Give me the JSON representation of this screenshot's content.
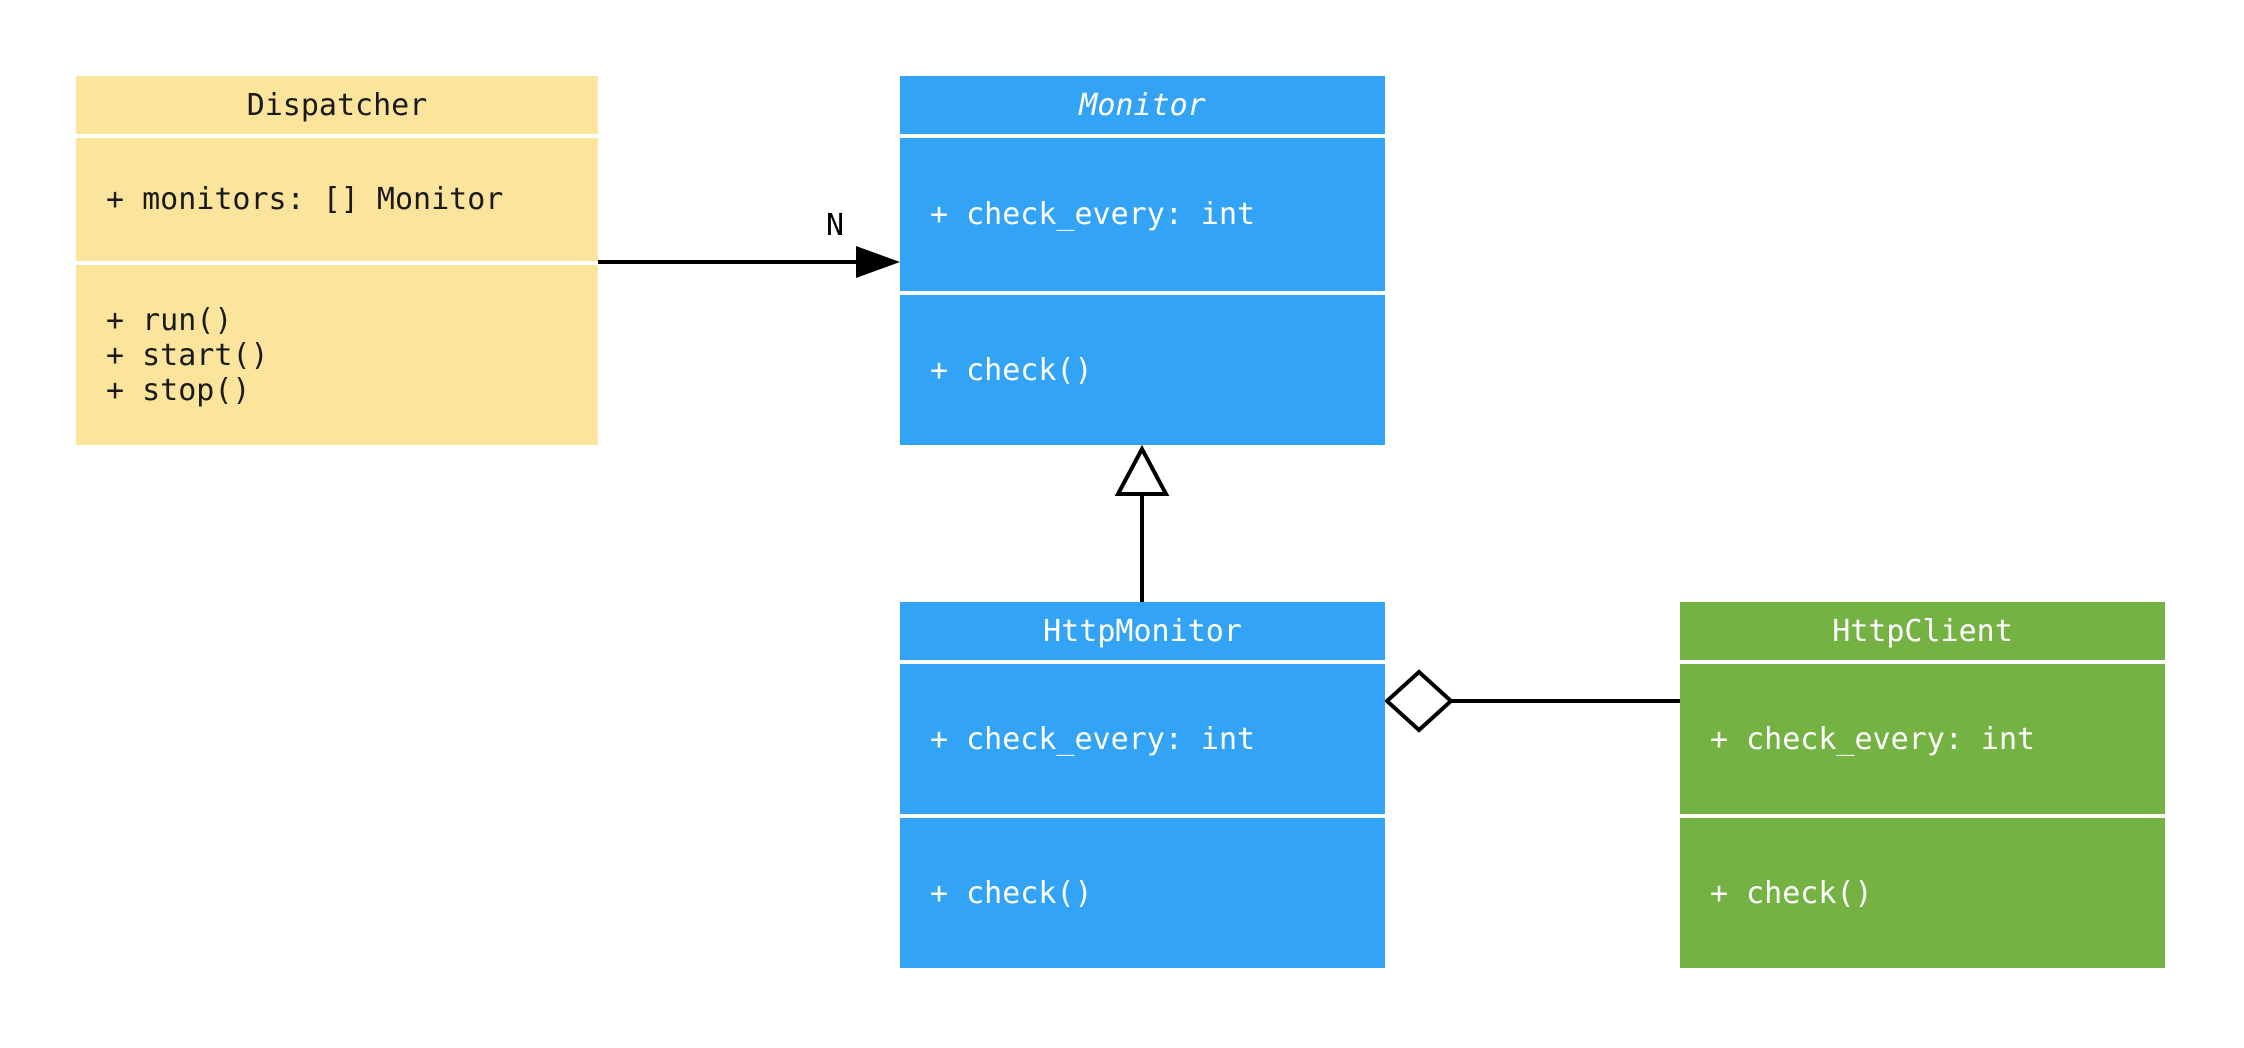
{
  "diagram": {
    "type": "uml-class-diagram",
    "background": "#ffffff",
    "classes": [
      {
        "name": "Dispatcher",
        "abstract": false,
        "color": "#FBE49B",
        "text_color": "#1a1a1a",
        "attributes": [
          "+ monitors: [] Monitor"
        ],
        "methods": [
          "+ run()",
          "+ start()",
          "+ stop()"
        ]
      },
      {
        "name": "Monitor",
        "abstract": true,
        "color": "#32A3F5",
        "text_color": "#ffffff",
        "attributes": [
          "+ check_every: int"
        ],
        "methods": [
          "+ check()"
        ]
      },
      {
        "name": "HttpMonitor",
        "abstract": false,
        "color": "#32A3F5",
        "text_color": "#ffffff",
        "attributes": [
          "+ check_every: int"
        ],
        "methods": [
          "+ check()"
        ]
      },
      {
        "name": "HttpClient",
        "abstract": false,
        "color": "#74B343",
        "text_color": "#ffffff",
        "attributes": [
          "+ check_every: int"
        ],
        "methods": [
          "+ check()"
        ]
      }
    ],
    "relationships": [
      {
        "from": "Dispatcher",
        "to": "Monitor",
        "type": "directed-association",
        "label": "N"
      },
      {
        "from": "HttpMonitor",
        "to": "Monitor",
        "type": "inheritance",
        "label": ""
      },
      {
        "from": "HttpMonitor",
        "to": "HttpClient",
        "type": "aggregation",
        "label": ""
      }
    ]
  }
}
